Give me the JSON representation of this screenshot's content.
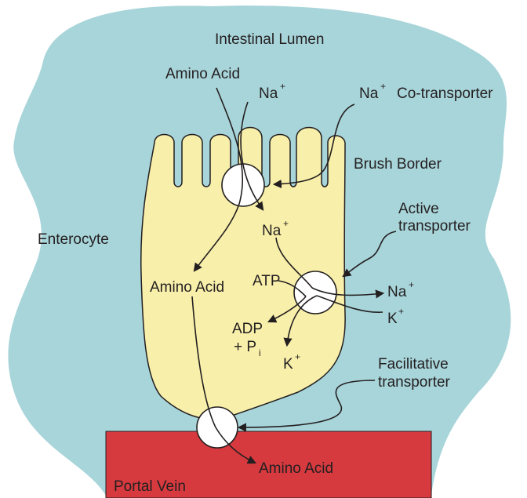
{
  "colors": {
    "lumen": "#a8d5da",
    "cell": "#f8efaa",
    "vein": "#d63a3f",
    "ink": "#231f20"
  },
  "labels": {
    "intestinal_lumen": "Intestinal Lumen",
    "amino_acid_lumen": "Amino Acid",
    "na_lumen": "Na",
    "na_cotransporter_ion": "Na",
    "co_transporter": "Co-transporter",
    "brush_border": "Brush Border",
    "active_transporter_line1": "Active",
    "active_transporter_line2": "transporter",
    "enterocyte": "Enterocyte",
    "na_cell": "Na",
    "amino_acid_cell": "Amino Acid",
    "atp": "ATP",
    "na_out": "Na",
    "k_in_out": "K",
    "adp": "ADP",
    "plus_pi": "+ P",
    "pi_sub": "i",
    "k_cell": "K",
    "facilitative_line1": "Facilitative",
    "facilitative_line2": "transporter",
    "amino_acid_blood": "Amino Acid",
    "portal_vein": "Portal Vein",
    "plus": "+"
  }
}
